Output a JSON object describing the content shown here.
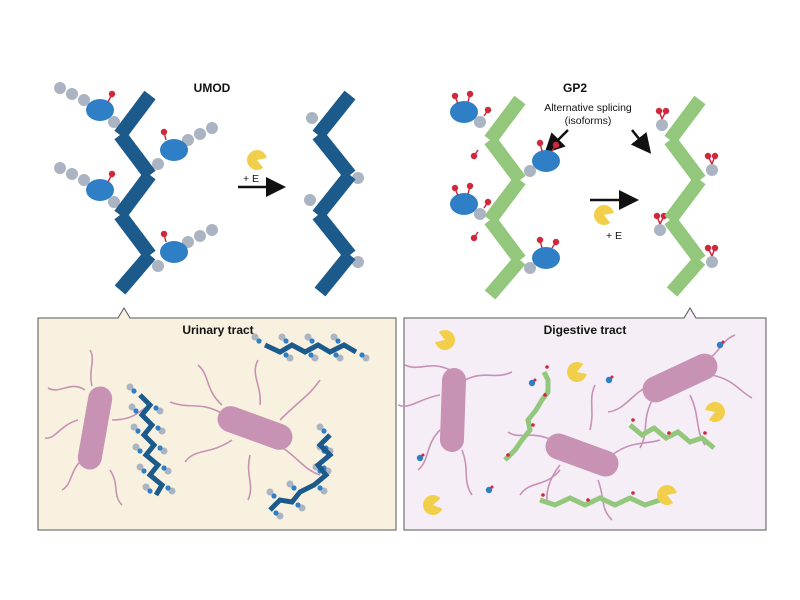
{
  "titles": {
    "umod": "UMOD",
    "gp2": "GP2"
  },
  "labels": {
    "enzyme_umod": "+ E",
    "enzyme_gp2": "+ E",
    "alt_splicing_line1": "Alternative splicing",
    "alt_splicing_line2": "(isoforms)"
  },
  "panels": {
    "urinary": "Urinary tract",
    "digestive": "Digestive tract"
  },
  "colors": {
    "umod": "#1b5a8a",
    "gp2": "#93c77c",
    "glycan_oval": "#2f7fc6",
    "glycan_bead": "#aab4c2",
    "red_sugar": "#d0283a",
    "enzyme": "#f2cf4b",
    "bacteria": "#c892b5",
    "urinary_bg": "#f8f1df",
    "digestive_bg": "#f5eef7"
  }
}
